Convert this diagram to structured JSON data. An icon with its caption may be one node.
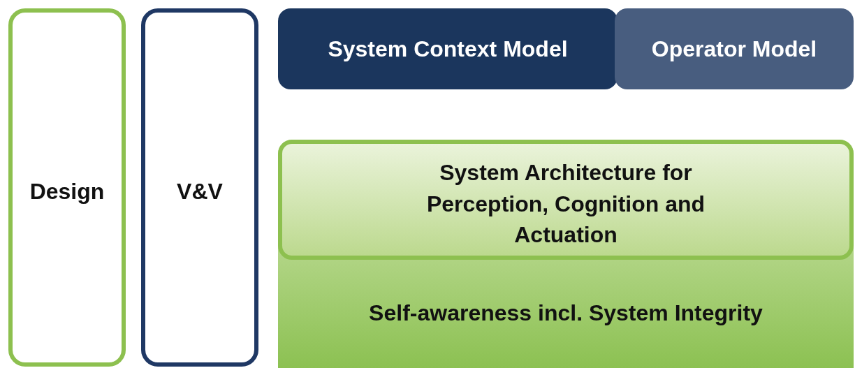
{
  "diagram": {
    "nodes": [
      {
        "text": [
          "Design"
        ]
      },
      {
        "text": [
          "V&V"
        ]
      },
      {
        "text": [
          "System Context Model"
        ]
      },
      {
        "text": [
          "Operator Model"
        ]
      },
      {
        "text": [
          "Self-awareness incl. System Integrity"
        ]
      },
      {
        "text": [
          "System Architecture for Perception, Cognition and Actuation"
        ],
        "in": 4
      }
    ]
  }
}
